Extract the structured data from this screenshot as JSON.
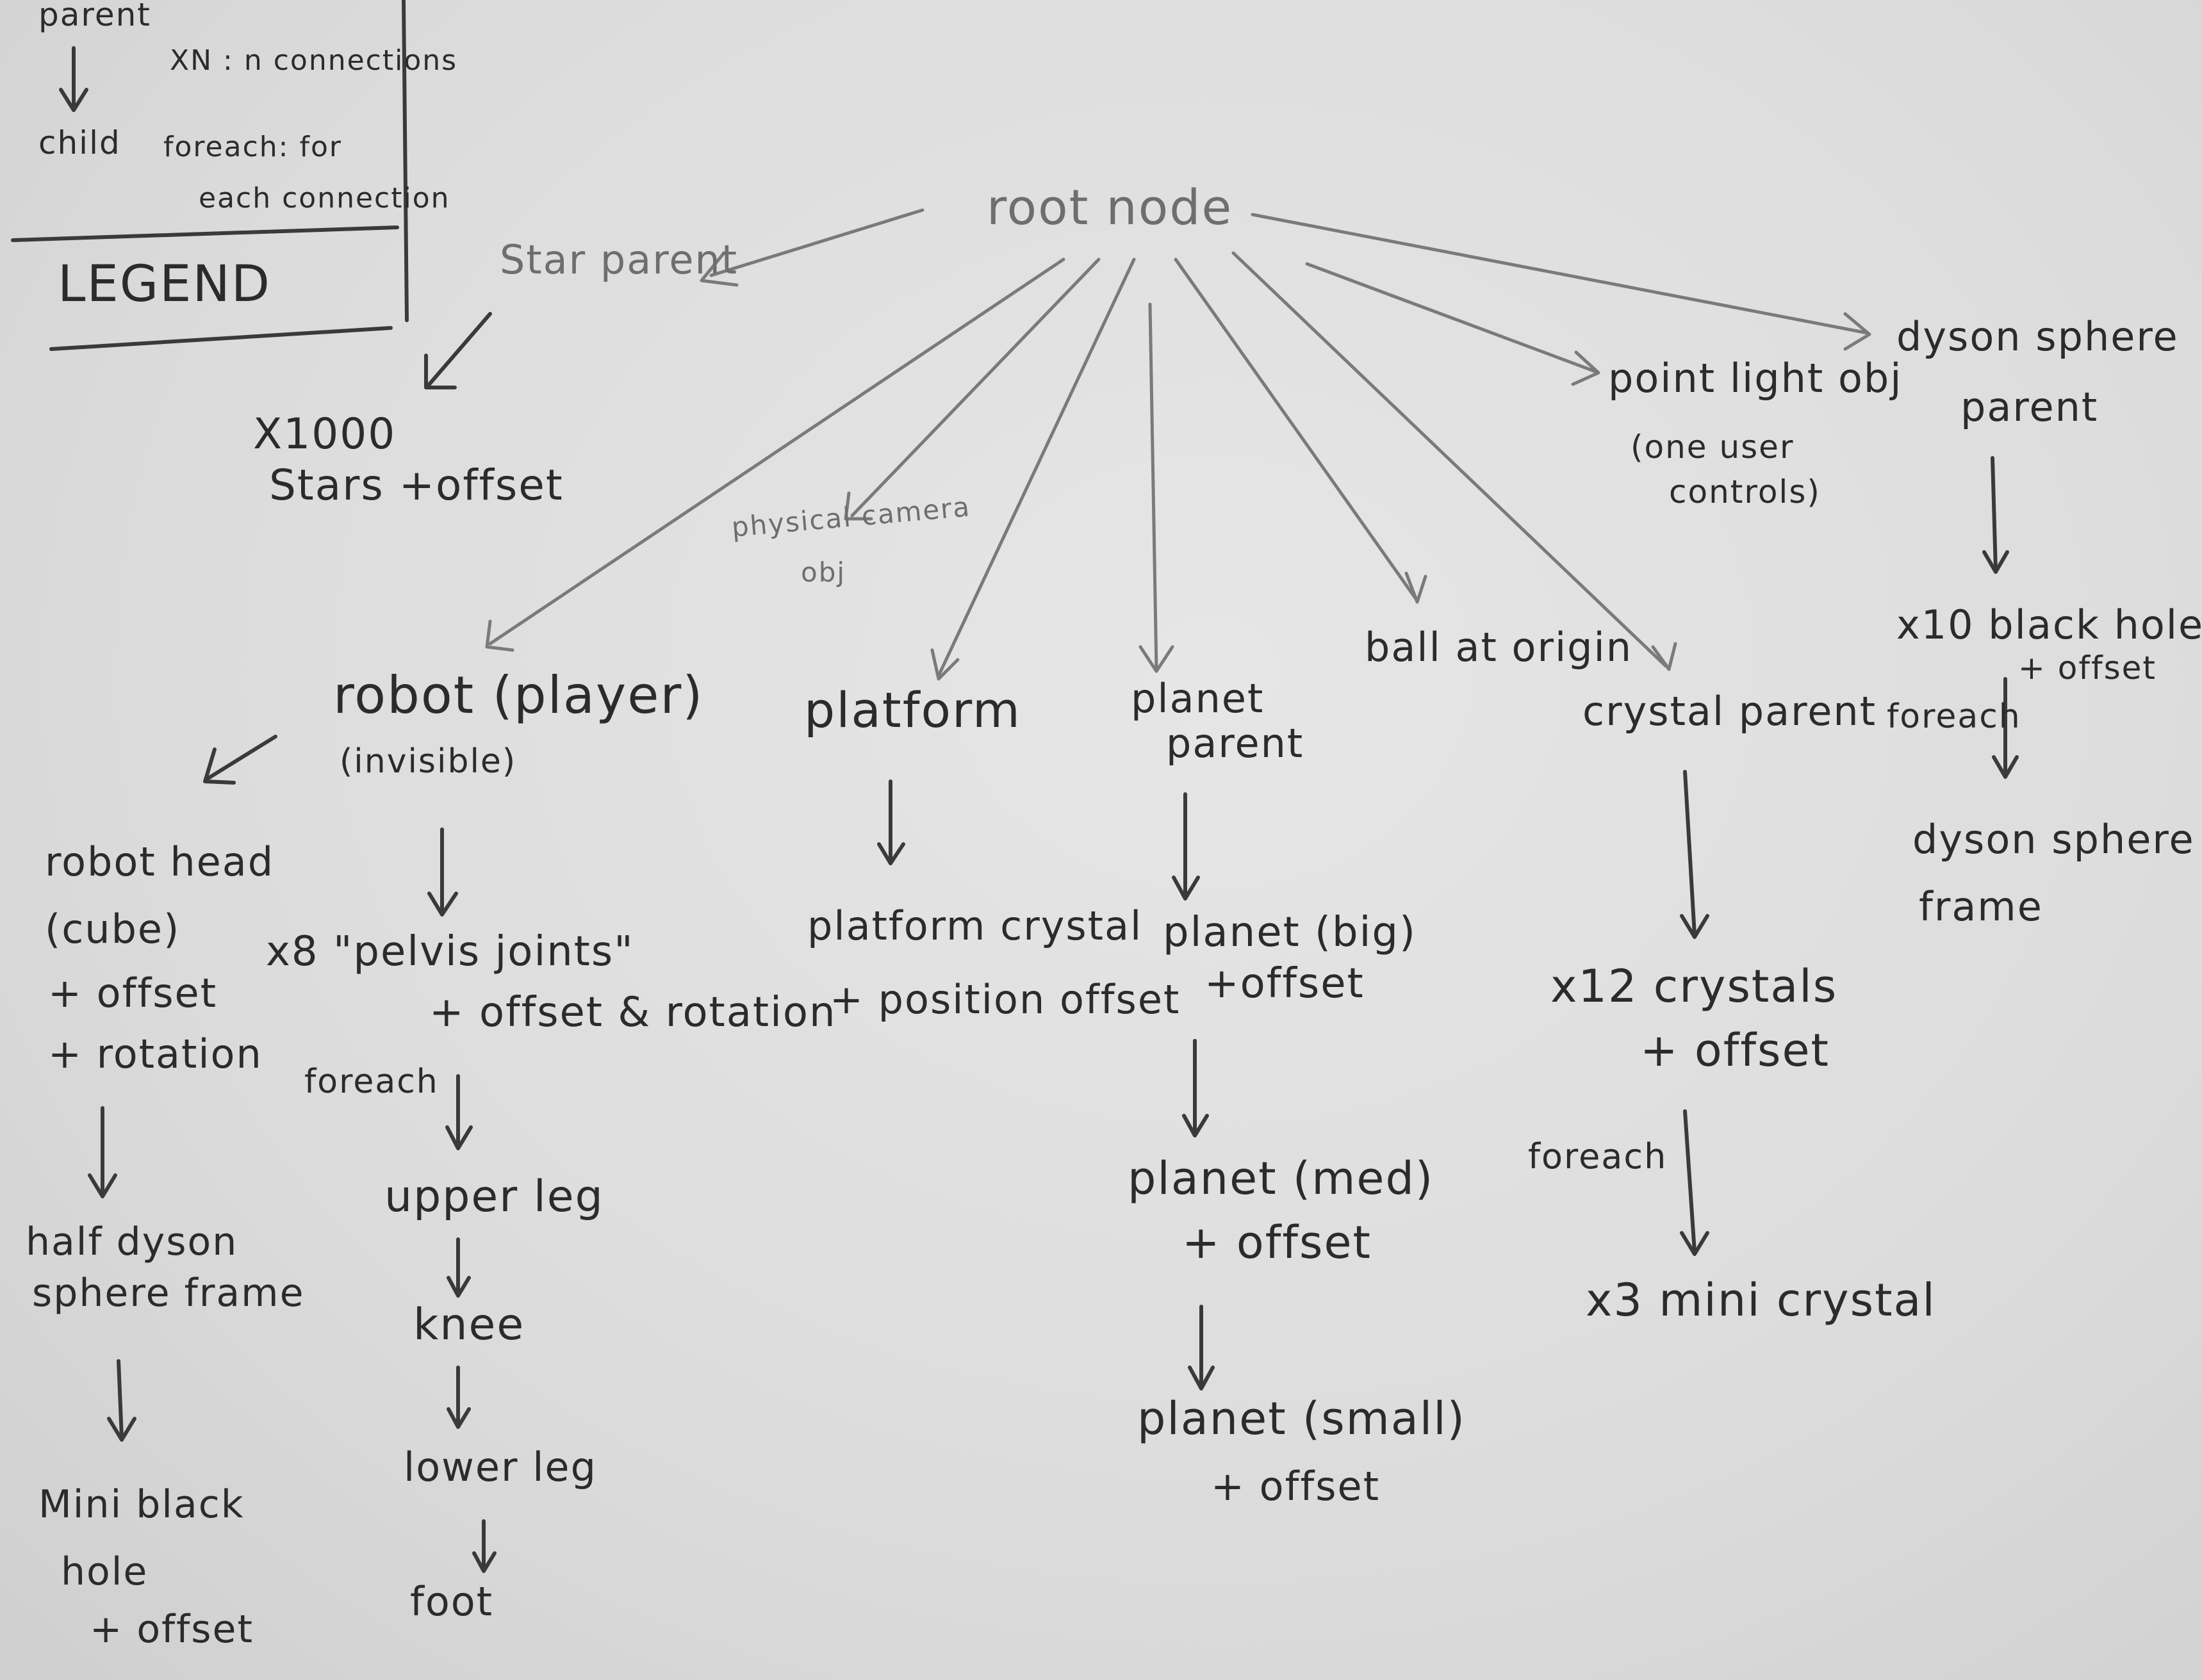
{
  "legend": {
    "parent": "parent",
    "child": "child",
    "xn": "XN : n connections",
    "foreach_line1": "foreach: for",
    "foreach_line2": "each connection",
    "title": "LEGEND"
  },
  "nodes": {
    "root": "root node",
    "star_parent": "Star parent",
    "stars_1": "X1000",
    "stars_2": "Stars +offset",
    "camera_1": "physical camera",
    "camera_2": "obj",
    "point_light_1": "point light obj",
    "point_light_2": "(one user",
    "point_light_3": "controls)",
    "dyson_parent_1": "dyson sphere",
    "dyson_parent_2": "parent",
    "black_hole_1": "x10 black hole",
    "black_hole_2": "+ offset",
    "dyson_foreach": "foreach",
    "dyson_frame_1": "dyson sphere",
    "dyson_frame_2": "frame",
    "robot_1": "robot (player)",
    "robot_2": "(invisible)",
    "robot_head_1": "robot head",
    "robot_head_2": "(cube)",
    "robot_head_3": "+ offset",
    "robot_head_4": "+ rotation",
    "half_dyson_1": "half dyson",
    "half_dyson_2": "sphere frame",
    "mini_black_1": "Mini black",
    "mini_black_2": "hole",
    "mini_black_3": "+ offset",
    "pelvis_1": "x8  \"pelvis joints\"",
    "pelvis_2": "+ offset & rotation",
    "pelvis_foreach": "foreach",
    "upper_leg": "upper leg",
    "knee": "knee",
    "lower_leg": "lower leg",
    "foot": "foot",
    "platform": "platform",
    "platform_crystal_1": "platform crystal",
    "platform_crystal_2": "+ position offset",
    "planet_parent_1": "planet",
    "planet_parent_2": "parent",
    "planet_big_1": "planet (big)",
    "planet_big_2": "+offset",
    "planet_med_1": "planet (med)",
    "planet_med_2": "+ offset",
    "planet_small_1": "planet (small)",
    "planet_small_2": "+ offset",
    "ball": "ball at origin",
    "crystal_parent": "crystal parent",
    "crystals_1": "x12  crystals",
    "crystals_2": "+ offset",
    "crystal_foreach": "foreach",
    "mini_crystal": "x3  mini crystal"
  }
}
